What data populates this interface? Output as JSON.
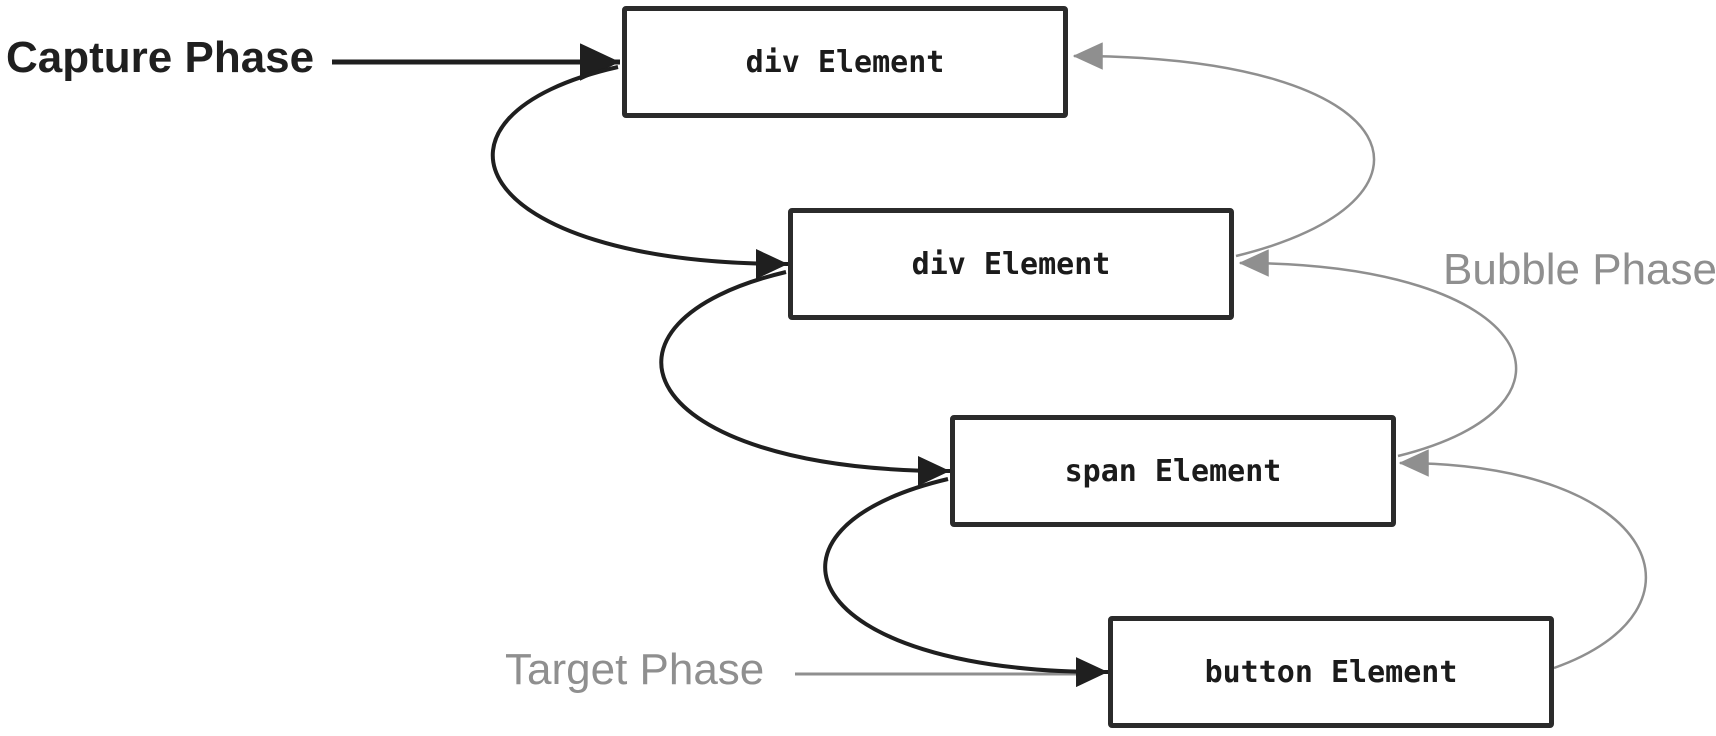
{
  "diagram_type": "event-propagation-flow",
  "nodes": [
    {
      "id": "div-outer",
      "label": "div Element"
    },
    {
      "id": "div-inner",
      "label": "div Element"
    },
    {
      "id": "span-node",
      "label": "span Element"
    },
    {
      "id": "button-node",
      "label": "button Element"
    }
  ],
  "labels": {
    "capture": "Capture Phase",
    "bubble": "Bubble Phase",
    "target": "Target Phase"
  },
  "edges": {
    "capture": [
      {
        "from": "Capture Phase label",
        "to": "div Element (outer)"
      },
      {
        "from": "div Element (outer)",
        "to": "div Element (inner)"
      },
      {
        "from": "div Element (inner)",
        "to": "span Element"
      },
      {
        "from": "span Element",
        "to": "button Element"
      }
    ],
    "bubble": [
      {
        "from": "button Element",
        "to": "span Element"
      },
      {
        "from": "span Element",
        "to": "div Element (inner)"
      },
      {
        "from": "div Element (inner)",
        "to": "div Element (outer)"
      }
    ],
    "target": [
      {
        "from": "Target Phase label",
        "to": "button Element"
      }
    ]
  },
  "colors": {
    "ink": "#1f1f1f",
    "muted": "#8f8f8f",
    "box_border": "#2b2b2b",
    "box_text": "#1b1b1b",
    "background": "#ffffff"
  }
}
